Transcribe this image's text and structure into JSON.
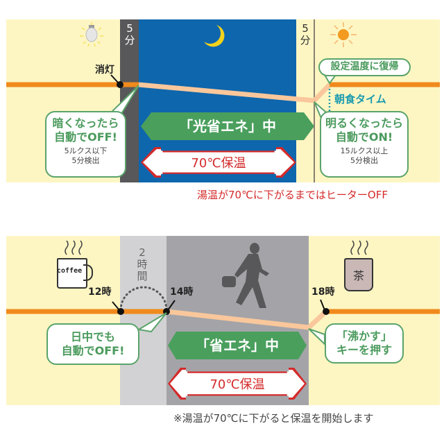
{
  "colors": {
    "cream": "#fdf6c3",
    "dark_gray": "#58585a",
    "night_blue": "#0e66ad",
    "light_gray": "#d2d2d4",
    "mid_gray": "#a4a4a8",
    "orange_line": "#f08a1c",
    "peach_line": "#f9c79b",
    "green": "#4a9f5d",
    "red": "#d42a2a",
    "teal": "#1a9ab0"
  },
  "top_panel": {
    "label_5min_left": [
      "5",
      "分"
    ],
    "label_5min_right": [
      "5",
      "分"
    ],
    "icons": {
      "left": "light-bulb-icon",
      "center": "moon-icon",
      "right": "sun-icon"
    },
    "lights_off_label": "消灯",
    "restore_bubble": "設定温度に復帰",
    "breakfast_label": "朝食タイム",
    "left_bubble": {
      "line1": "暗くなったら",
      "line2": "自動でOFF!",
      "sub1": "5ルクス以下",
      "sub2": "5分検出"
    },
    "right_bubble": {
      "line1": "明るくなったら",
      "line2": "自動でON!",
      "sub1": "15ルクス以上",
      "sub2": "5分検出"
    },
    "mode_label": "「光省エネ」中",
    "keep_warm_label": "70℃保温",
    "footnote": "湯温が70℃に下がるまではヒーターOFF"
  },
  "bottom_panel": {
    "duration_label": [
      "2",
      "時",
      "間"
    ],
    "icons": {
      "left": "coffee-mug-icon",
      "center": "walking-person-icon",
      "right": "tea-cup-icon"
    },
    "coffee_text": "coffee",
    "tea_text": "茶",
    "time_12": "12時",
    "time_14": "14時",
    "time_18": "18時",
    "left_bubble": {
      "line1": "日中でも",
      "line2": "自動でOFF!"
    },
    "right_bubble": {
      "line1": "「沸かす」",
      "line2": "キーを押す"
    },
    "mode_label": "「省エネ」中",
    "keep_warm_label": "70℃保温",
    "footnote": "※湯温が70℃に下がると保温を開始します"
  }
}
